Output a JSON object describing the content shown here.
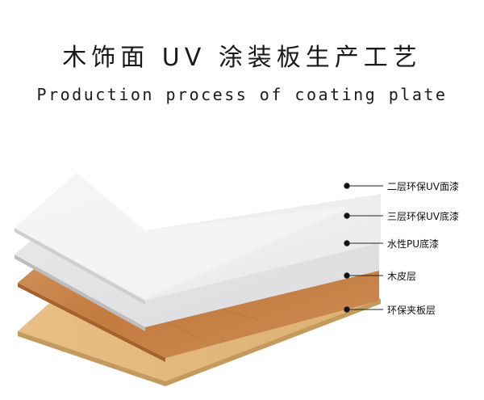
{
  "header": {
    "title": "木饰面 UV 涂装板生产工艺",
    "subtitle": "Production process of coating plate"
  },
  "layers": [
    {
      "label": "二层环保UV面漆"
    },
    {
      "label": "三层环保UV底漆"
    },
    {
      "label": "水性PU底漆"
    },
    {
      "label": "木皮层"
    },
    {
      "label": "环保夹板层"
    }
  ],
  "colors": {
    "topcoat": "#f1f1f1",
    "primer": "#e3e3e5",
    "pu": "#d8d8da",
    "veneer": "#c9854a",
    "plywood": "#e2b678"
  }
}
